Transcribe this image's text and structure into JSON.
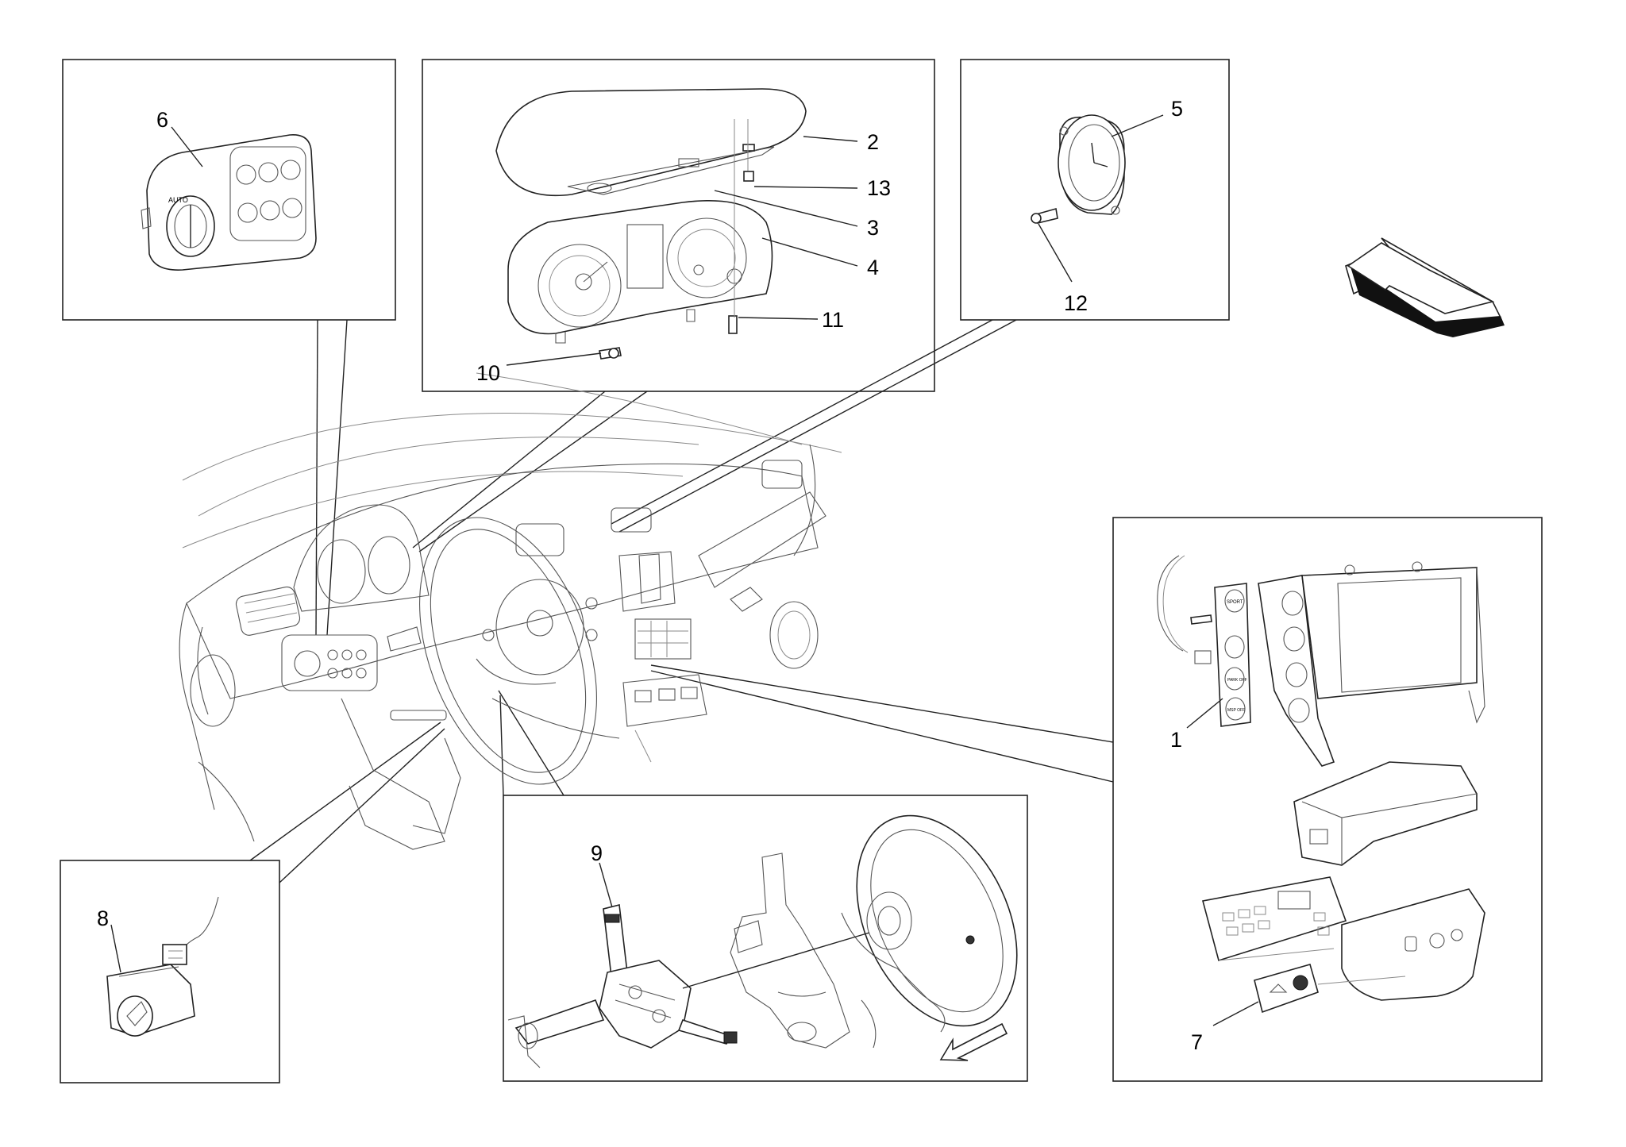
{
  "diagram": {
    "callouts": {
      "c1": "1",
      "c2": "2",
      "c3": "3",
      "c4": "4",
      "c5": "5",
      "c6": "6",
      "c7": "7",
      "c8": "8",
      "c9": "9",
      "c10": "10",
      "c11": "11",
      "c12": "12",
      "c13": "13"
    },
    "button_labels": {
      "sport": "SPORT",
      "park_off": "PARK OFF",
      "msp_off": "MSP OFF",
      "auto": "AUTO"
    },
    "icons": [
      "light-switch-panel",
      "instrument-cluster",
      "analog-clock",
      "direction-arrow",
      "center-console-switches",
      "steering-column-switch",
      "steering-wheel",
      "fog-light-switch",
      "dashboard-overview"
    ]
  }
}
